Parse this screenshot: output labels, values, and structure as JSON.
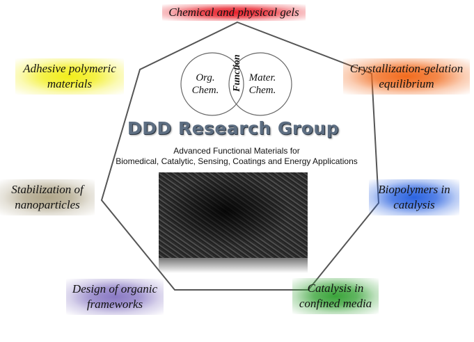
{
  "group_name": "DDD Research Group",
  "subtitle_lines": [
    "Advanced Functional Materials for",
    "Biomedical, Catalytic, Sensing, Coatings and Energy Applications"
  ],
  "circles": {
    "left": [
      "Org.",
      "Chem."
    ],
    "right": [
      "Mater.",
      "Chem."
    ],
    "overlap": "Function"
  },
  "topics": [
    {
      "lines": [
        "Chemical and physical gels"
      ],
      "color": "#e8202a"
    },
    {
      "lines": [
        "Crystallization-gelation",
        "equilibrium"
      ],
      "color": "#f26b1d"
    },
    {
      "lines": [
        "Biopolymers in",
        "catalysis"
      ],
      "color": "#2b63e0"
    },
    {
      "lines": [
        "Catalysis in",
        "confined media"
      ],
      "color": "#3aa43a"
    },
    {
      "lines": [
        "Design of organic",
        "frameworks"
      ],
      "color": "#8a7ac4"
    },
    {
      "lines": [
        "Stabilization of",
        "nanoparticles"
      ],
      "color": "#b0a68a"
    },
    {
      "lines": [
        "Adhesive polymeric",
        "materials"
      ],
      "color": "#f2ee1a"
    }
  ]
}
